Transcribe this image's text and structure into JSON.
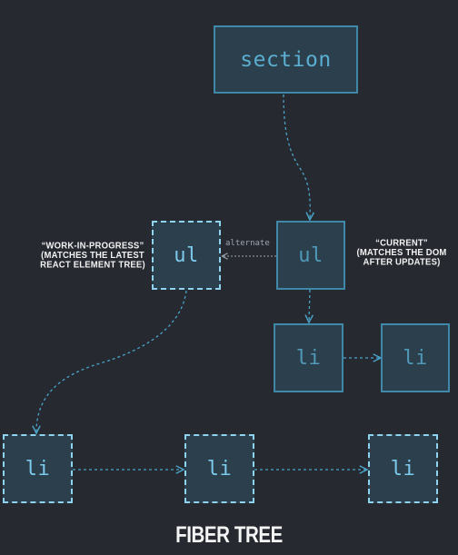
{
  "diagram": {
    "nodes": {
      "section": "section",
      "ul_current": "ul",
      "ul_wip": "ul",
      "li_current_1": "li",
      "li_current_2": "li",
      "li_wip_1": "li",
      "li_wip_2": "li",
      "li_wip_3": "li"
    },
    "edge_labels": {
      "alternate": "alternate"
    },
    "annotations": {
      "wip": [
        "“WORK-IN-PROGRESS”",
        "(MATCHES THE LATEST",
        "REACT ELEMENT TREE)"
      ],
      "current": [
        "“CURRENT”",
        "(MATCHES THE DOM",
        "AFTER UPDATES)"
      ]
    },
    "caption": "FIBER TREE",
    "colors": {
      "background": "#262930",
      "node_fill": "#2c3f4d",
      "node_border": "#3f88a8",
      "wip_border": "#8fd4ef",
      "edge": "#4aa3c8",
      "node_text": "#5aaed0",
      "caption_text": "#f5f5f5"
    }
  }
}
